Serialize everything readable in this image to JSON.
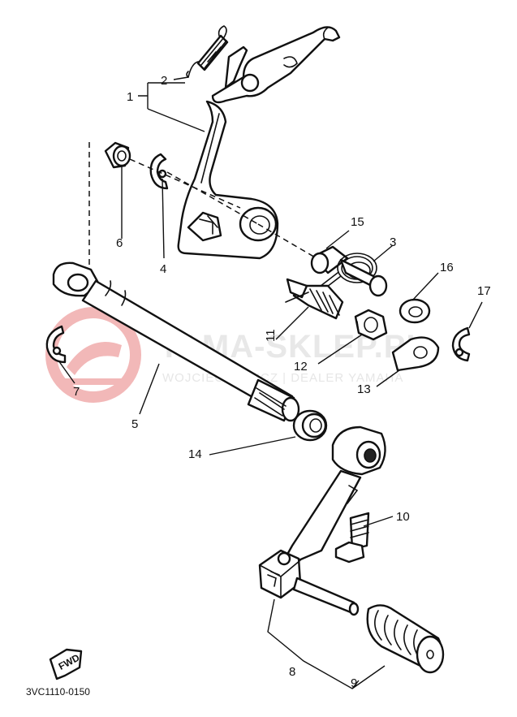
{
  "diagram_code": "3VC1110-0150",
  "fwd_label": "FWD",
  "watermark": {
    "title": "YAMA-SKLEP.PL",
    "subtitle": "WOJCIECHOWICZ | DEALER YAMAHA",
    "logo_color": "#f2b8b8"
  },
  "callouts": [
    "1",
    "2",
    "3",
    "4",
    "5",
    "6",
    "7",
    "8",
    "9",
    "10",
    "11",
    "12",
    "13",
    "14",
    "15",
    "16",
    "17"
  ],
  "colors": {
    "line": "#111111",
    "background": "#ffffff"
  }
}
